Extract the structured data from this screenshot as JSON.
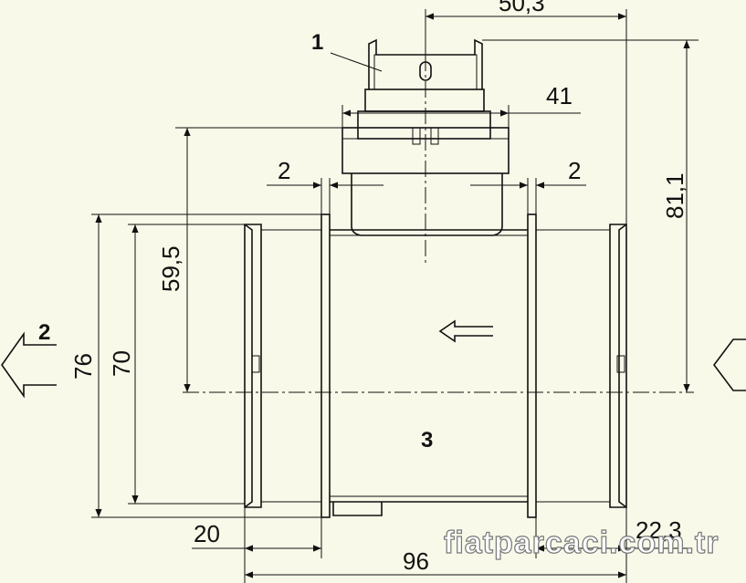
{
  "dimensions": {
    "top_width": "50,3",
    "connector_width": "41",
    "gap_left": "2",
    "gap_right": "2",
    "total_height": "81,1",
    "center_height": "59,5",
    "outer_diameter": "76",
    "inner_diameter": "70",
    "flange_length": "20",
    "total_length": "96",
    "right_offset": "22,3"
  },
  "labels": {
    "part_1": "1",
    "part_2": "2",
    "part_3": "3"
  },
  "watermark": "fiatparcaci.com.tr",
  "colors": {
    "background": "#f8f9e8",
    "line": "#111111"
  }
}
